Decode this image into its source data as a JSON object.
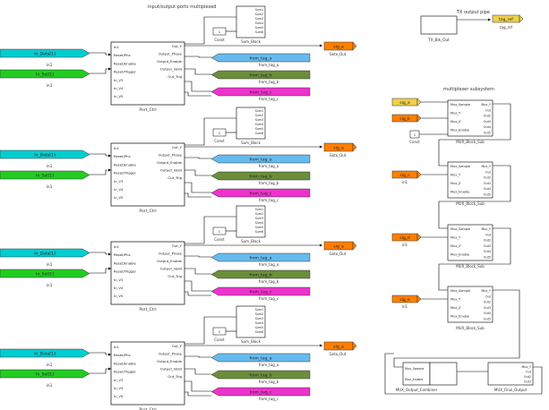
{
  "diagram": {
    "annotation_left": "input/output ports multiplexed",
    "annotation_right_top": "TX output pipe",
    "annotation_right_mid": "multiplexer subsystem",
    "tx_block_name": "TX_Blk_Out",
    "port_block_name": "Port_Ctrl",
    "sum_block_name": "Sum_Block",
    "const_label": "Const",
    "goto_label": "Goto_Out",
    "in_left": "In_Data[1]",
    "in_left2": "In_Sel[1]",
    "small_in": "in1",
    "from_tags": [
      "from_tag_a",
      "from_tag_b",
      "from_tag_c"
    ],
    "port_inputs": [
      "In1",
      "Reset/Phs",
      "Reset/Enable",
      "Reset/Trigger",
      "In_V3",
      "In_V4",
      "In_V5"
    ],
    "port_outputs": [
      "Out_Y",
      "Output_Phase",
      "Output_Enable",
      "Output_Valid",
      "Out_Trig"
    ],
    "sum_ports": [
      "Sum1",
      "Sum2",
      "Sum3",
      "Sum4",
      "Sum5",
      "Sum6",
      "Sum7"
    ],
    "mux_ports_in": [
      "Mux_Sample",
      "Mux_Y",
      "Mux_Z",
      "Mux_Enable"
    ],
    "mux_ports_out": [
      "Mux_Y",
      "Out",
      "Out2",
      "Out3",
      "Out4",
      "Out5"
    ],
    "mux_block_name": "MUX_Block_Sub",
    "final_left_name": "MUX_Output_Combiner",
    "final_right_name": "MUX_Final_Output",
    "top_right_tag": "tag_ref",
    "right_in_tags": [
      "sig_a",
      "sig_b",
      "sig_c",
      "sig_d",
      "sig_e"
    ],
    "colors": {
      "cyan": "#00CED1",
      "green": "#22CC22",
      "orange": "#FF7F00",
      "blue": "#66BBEE",
      "olive": "#6B8E3A",
      "magenta": "#EE33CC",
      "yellow": "#EED04A"
    }
  }
}
